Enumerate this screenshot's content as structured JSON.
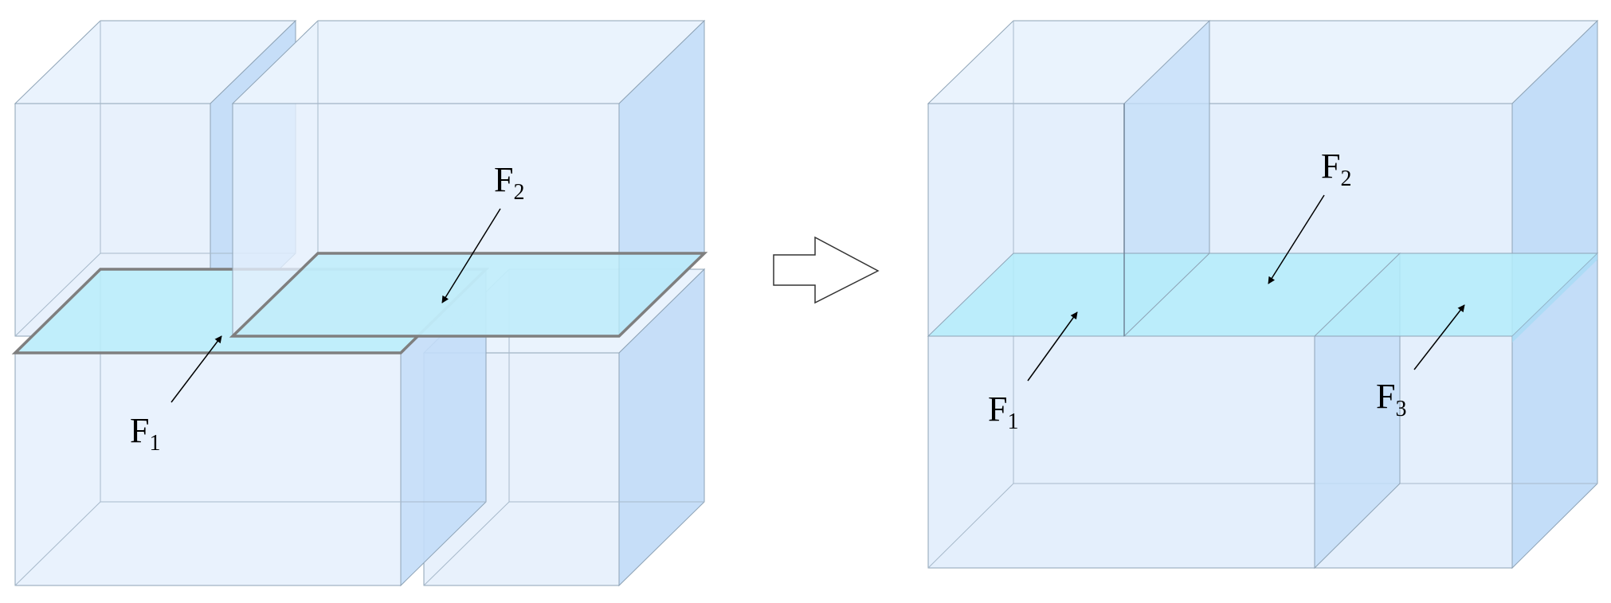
{
  "figure": {
    "left_panel": {
      "labels": [
        {
          "letter": "F",
          "subscript": "1"
        },
        {
          "letter": "F",
          "subscript": "2"
        }
      ]
    },
    "transition_arrow": {
      "icon": "right-arrow-icon"
    },
    "right_panel": {
      "labels": [
        {
          "letter": "F",
          "subscript": "1"
        },
        {
          "letter": "F",
          "subscript": "2"
        },
        {
          "letter": "F",
          "subscript": "3"
        }
      ]
    }
  },
  "colors": {
    "box_front": "#e6f1fd",
    "box_side": "#c3ddf8",
    "box_edge": "#8ea3b6",
    "face_fill": "#b8ecfa",
    "face_edge": "#7f7f7f",
    "arrow": "#000000"
  }
}
